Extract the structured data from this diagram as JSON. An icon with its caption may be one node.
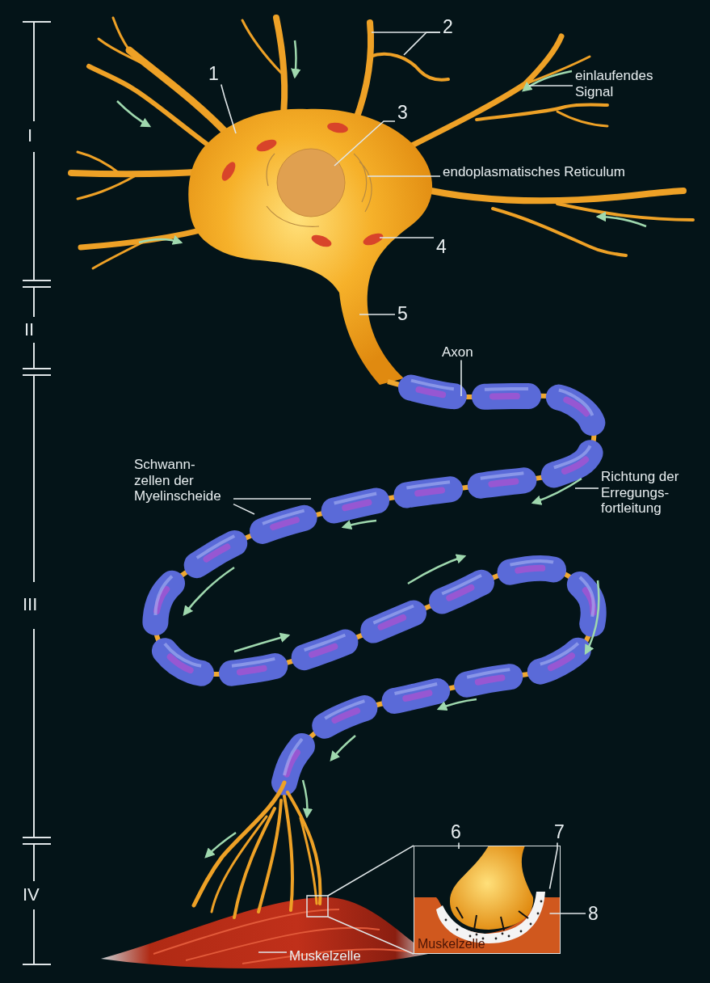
{
  "diagram": {
    "nodes": [
      {
        "text": [
          "1"
        ]
      },
      {
        "text": [
          "2"
        ]
      },
      {
        "text": [
          "3"
        ]
      },
      {
        "text": [
          "endoplasmatisches Reticulum"
        ]
      },
      {
        "text": [
          "4"
        ]
      },
      {
        "text": [
          "5"
        ]
      },
      {
        "text": [
          "einlaufendes Signal"
        ]
      },
      {
        "text": [
          "Axon"
        ]
      },
      {
        "text": [
          "Schwann- zellen der Myelinscheide"
        ]
      },
      {
        "text": [
          "Richtung der Erregungs- fortleitung"
        ]
      },
      {
        "text": [
          "6"
        ]
      },
      {
        "text": [
          "7"
        ]
      },
      {
        "text": [
          "8"
        ]
      },
      {
        "text": [
          "Muskelzelle"
        ]
      },
      {
        "text": [
          "Muskelzelle"
        ]
      },
      {
        "text": [],
        "shape": "picture",
        "in": 14
      },
      {
        "text": [],
        "shape": "picture",
        "in": 14
      }
    ],
    "edges": [
      {
        "from": 0,
        "to": null,
        "arrow": "none"
      },
      {
        "from": 1,
        "to": null,
        "arrow": "none"
      },
      {
        "from": 1,
        "to": null,
        "arrow": "none"
      },
      {
        "from": 2,
        "to": null,
        "arrow": "none"
      },
      {
        "from": 3,
        "to": null,
        "arrow": "none"
      },
      {
        "from": 4,
        "to": null,
        "arrow": "none"
      },
      {
        "from": 5,
        "to": null,
        "arrow": "none"
      },
      {
        "from": 6,
        "to": null,
        "arrow": "none"
      },
      {
        "from": 7,
        "to": null,
        "arrow": "none"
      },
      {
        "from": 8,
        "to": null,
        "arrow": "none"
      },
      {
        "from": 8,
        "to": null,
        "arrow": "none"
      },
      {
        "from": 9,
        "to": null,
        "arrow": "none"
      },
      {
        "from": 10,
        "to": 15,
        "arrow": "none"
      },
      {
        "from": 11,
        "to": 16,
        "arrow": "none"
      },
      {
        "from": 12,
        "to": 16,
        "arrow": "none"
      },
      {
        "from": 13,
        "to": null,
        "arrow": "none"
      }
    ],
    "labels": [
      "I",
      "II",
      "III",
      "IV"
    ]
  }
}
